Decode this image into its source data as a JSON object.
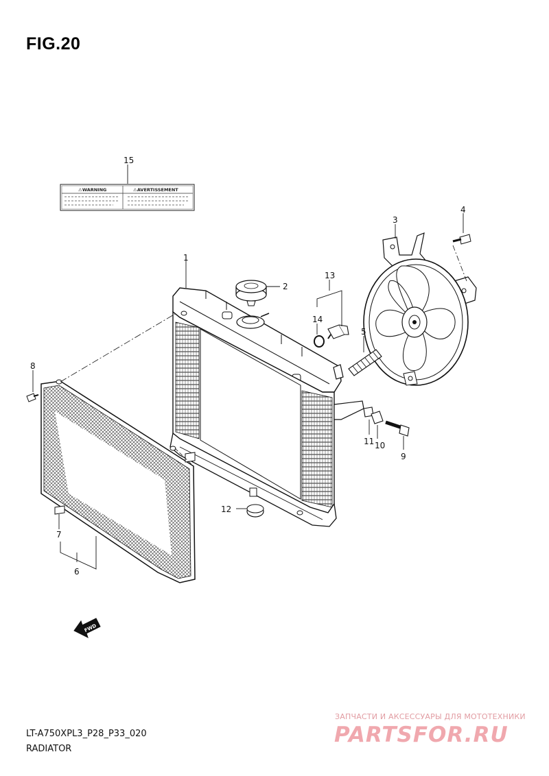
{
  "figure": {
    "title": "FIG.20"
  },
  "callouts": {
    "c1": "1",
    "c2": "2",
    "c3": "3",
    "c4": "4",
    "c5": "5",
    "c6": "6",
    "c7": "7",
    "c8": "8",
    "c9": "9",
    "c10": "10",
    "c11": "11",
    "c12": "12",
    "c13": "13",
    "c14": "14",
    "c15": "15"
  },
  "warning_label": {
    "left": "⚠WARNING",
    "right": "⚠AVERTISSEMENT"
  },
  "fwd_arrow": {
    "text": "FWD"
  },
  "footer": {
    "model_code": "LT-A750XPL3_P28_P33_020",
    "section": "RADIATOR"
  },
  "watermark": {
    "tagline": "ЗАПЧАСТИ И АКСЕССУАРЫ ДЛЯ МОТОТЕХНИКИ",
    "site": "PARTSFOR.RU"
  }
}
